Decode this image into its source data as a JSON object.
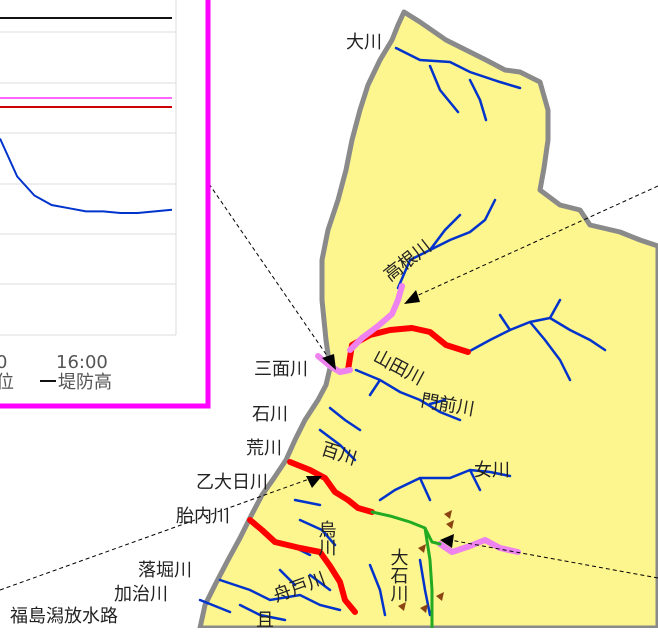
{
  "map": {
    "colors": {
      "land": "#fdf58e",
      "coast": "#8a8a8a",
      "river": "#0033cc",
      "red_section": "#ff0000",
      "pink_section": "#ee82ee",
      "green_section": "#22aa22",
      "arrow": "#000000"
    },
    "rivers": [
      "大川",
      "高根川",
      "三面川",
      "山田川",
      "門前川",
      "石川",
      "荒川",
      "百川",
      "女川",
      "乙大日川",
      "烏川",
      "胎内川",
      "大石川",
      "落堀川",
      "加治川",
      "福島潟放水路",
      "舟戸川",
      "且"
    ]
  },
  "inset_chart": {
    "colors": {
      "border": "#ff00ff",
      "water_level": "#0033cc",
      "levee": "#111111",
      "threshold_pink": "#ff66ff",
      "threshold_red": "#cc0000"
    },
    "tick_top": "0",
    "tick_right": "16:00",
    "legend_left": "位",
    "legend_right": "堤防高"
  },
  "chart_data": {
    "type": "line",
    "x_tick_labels": [
      "16:00"
    ],
    "series": [
      {
        "name": "",
        "values": [
          0.62,
          0.5,
          0.44,
          0.41,
          0.4,
          0.39,
          0.39,
          0.385,
          0.385,
          0.39,
          0.395
        ]
      },
      {
        "name": "堤防高",
        "values": [
          1.0
        ]
      }
    ]
  }
}
